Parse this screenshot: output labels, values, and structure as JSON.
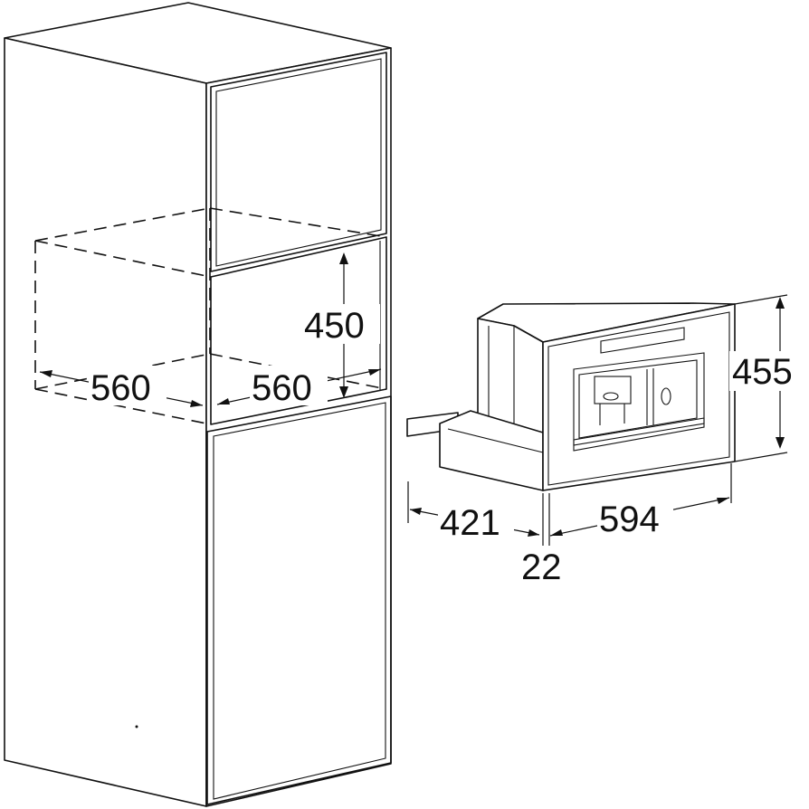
{
  "diagram": {
    "niche": {
      "width_left": "560",
      "width_right": "560",
      "height": "450"
    },
    "appliance": {
      "height": "455",
      "depth": "421",
      "width": "594",
      "front_thickness": "22"
    }
  }
}
